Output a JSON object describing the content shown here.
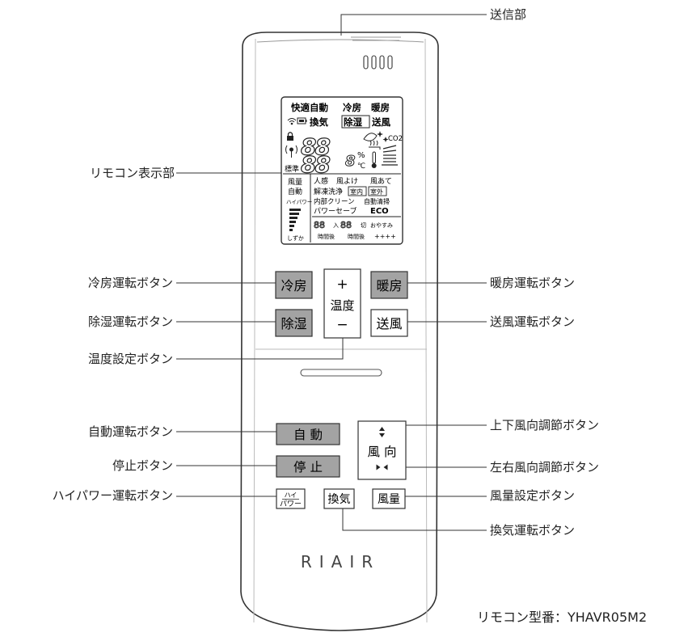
{
  "callouts": {
    "transmitter": "送信部",
    "display": "リモコン表示部",
    "cool_button": "冷房運転ボタン",
    "heat_button": "暖房運転ボタン",
    "dry_button": "除湿運転ボタン",
    "fan_button": "送風運転ボタン",
    "temp_button": "温度設定ボタン",
    "auto_button": "自動運転ボタン",
    "vane_ud_button": "上下風向調節ボタン",
    "stop_button": "停止ボタン",
    "vane_lr_button": "左右風向調節ボタン",
    "hipower_button": "ハイパワー運転ボタン",
    "airflow_button": "風量設定ボタン",
    "vent_button": "換気運転ボタン"
  },
  "model_number": "リモコン型番：YHAVR05M2",
  "brand": "RIAIR",
  "lcd": {
    "modes_row1": [
      "快適自動",
      "冷房",
      "暖房"
    ],
    "modes_row2": [
      "換気",
      "除湿",
      "送風"
    ],
    "digits_big": "88",
    "digits_small": "8",
    "unit_percent": "%",
    "unit_celsius": "℃",
    "co2": "CO2",
    "standard": "標準",
    "airflow": "風量",
    "auto": "自動",
    "hipower": "ハイパワー",
    "quiet": "しずか",
    "sensor_line": [
      "人感",
      "風よけ",
      "風あて"
    ],
    "clean_line": [
      "解凍洗浄",
      "室内",
      "室外"
    ],
    "inner_line": [
      "内部クリーン",
      "自動清掃"
    ],
    "power_save": "パワーセーブ",
    "eco": "ECO",
    "timer_digits": "88",
    "timer_on": "入",
    "timer_off": "切",
    "sleep": "おやすみ",
    "after_time": "時間後",
    "plus_marks": "++++"
  },
  "buttons": {
    "cool": "冷房",
    "heat": "暖房",
    "dry": "除湿",
    "fan": "送風",
    "temp_plus": "+",
    "temp_label": "温度",
    "temp_minus": "−",
    "auto": "自 動",
    "stop": "停 止",
    "vane": "風 向",
    "hipower_line1": "ハイ",
    "hipower_line2": "パワー",
    "vent": "換気",
    "airflow": "風量"
  },
  "colors": {
    "line": "#333333",
    "button_gray": "#a3a3a3",
    "button_white": "#ffffff",
    "body": "#ffffff"
  }
}
